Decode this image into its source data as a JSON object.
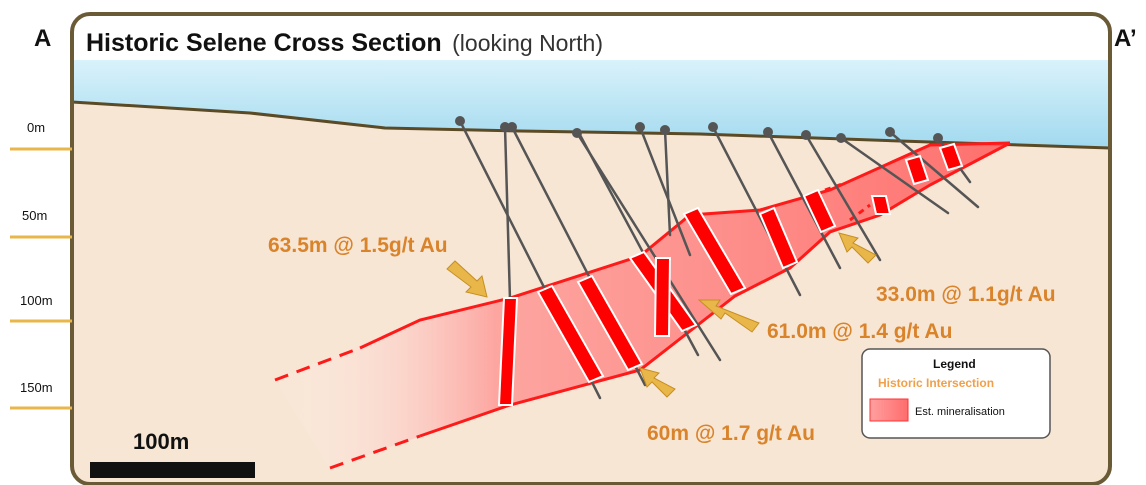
{
  "title": {
    "bold": "Historic Selene Cross Section",
    "light": "(looking North)"
  },
  "corners": {
    "left": "A",
    "right": "A’"
  },
  "depth_labels": [
    "0m",
    "50m",
    "100m",
    "150m"
  ],
  "scale_bar": {
    "label": "100m"
  },
  "callouts": [
    {
      "text": "63.5m @ 1.5g/t Au"
    },
    {
      "text": "61.0m @ 1.4 g/t Au"
    },
    {
      "text": "33.0m @ 1.1g/t Au"
    },
    {
      "text": "60m @ 1.7 g/t Au"
    }
  ],
  "legend": {
    "title": "Legend",
    "subtitle": "Historic Intersection",
    "item": "Est. mineralisation"
  },
  "colors": {
    "sky": "#bfe7f5",
    "ground": "#f8e6d5",
    "frame": "#6b5a36",
    "tick": "#e9b64a",
    "mineralisation": "#ff2a2a",
    "callout": "#d9832b",
    "arrow": "#e9b64a",
    "drillhole": "#555555"
  }
}
